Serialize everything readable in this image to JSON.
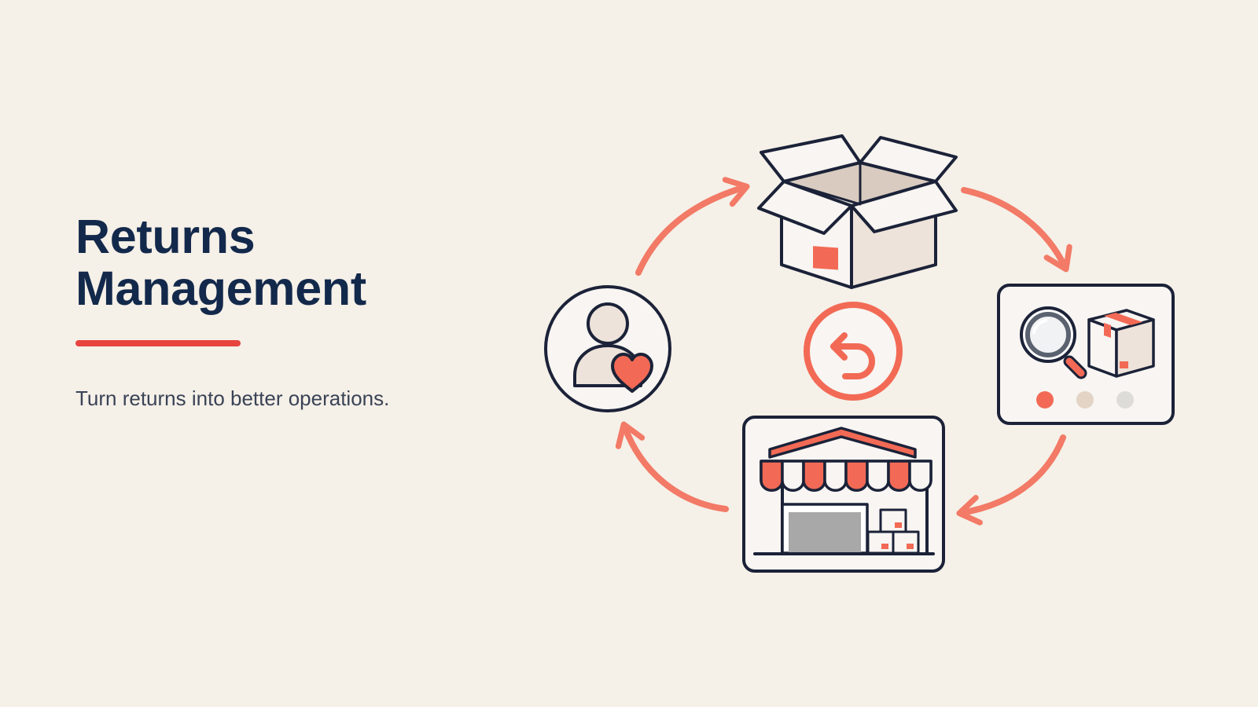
{
  "title": {
    "line1": "Returns",
    "line2": "Management"
  },
  "subtitle": "Turn returns into better operations.",
  "colors": {
    "background": "#F5F0E8",
    "title": "#13294B",
    "subtitle": "#3A4356",
    "accent": "#E8443F",
    "arrow": "#F27A66",
    "icon_outline": "#1B2238",
    "icon_fill_light": "#F8F5F2",
    "box_fill": "#EDE3DA",
    "box_inner": "#D9CBC0",
    "coral": "#F26A55",
    "door_gray": "#A8A8A8",
    "dot_beige": "#E3D4C6",
    "dot_gray": "#DEDCD8"
  },
  "icons": {
    "center": "undo-icon",
    "top": "open-box-icon",
    "right": "inspection-icon",
    "bottom": "warehouse-icon",
    "left": "customer-heart-icon"
  },
  "inspection_status": {
    "active_step": 1,
    "total_steps": 3
  }
}
